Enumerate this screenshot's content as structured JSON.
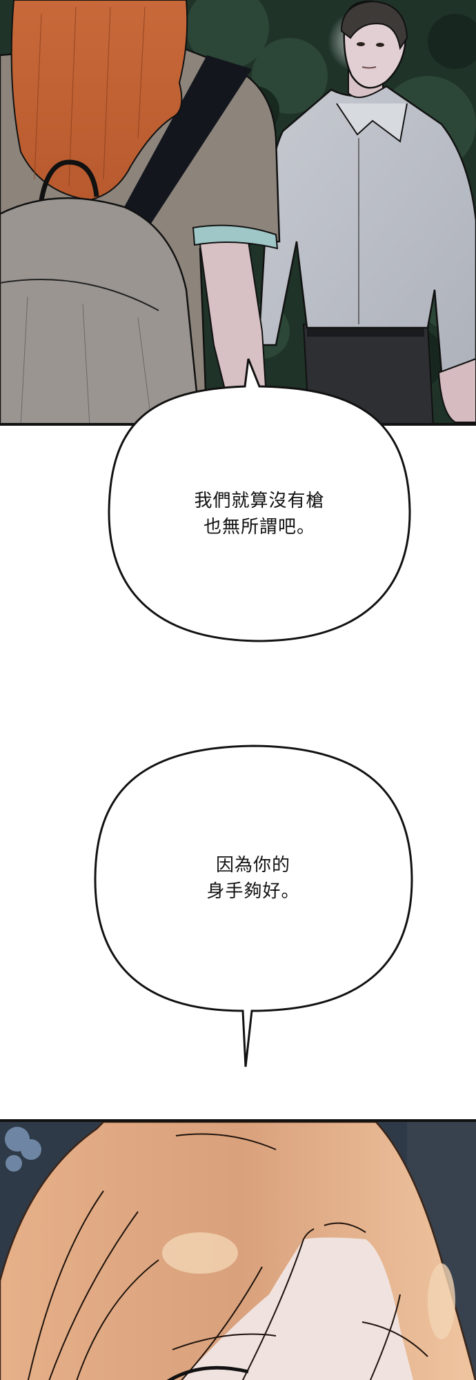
{
  "page": {
    "type": "webtoon-strip",
    "background": "#ffffff"
  },
  "panels": [
    {
      "id": "panel-1",
      "description": "Night forest scene: orange-haired girl with backpack seen from behind facing a dark-haired man in white shirt",
      "colors": {
        "forest": "#1f3328",
        "forest_light": "#2f4a3a",
        "girl_hair": "#c8693a",
        "girl_shirt": "#8d857c",
        "backpack": "#9a9591",
        "strap": "#14161e",
        "sleeve_trim": "#9fc7c8",
        "skin": "#d9c0c3",
        "man_shirt": "#c9ccd3",
        "man_pants": "#2d2f33",
        "man_hair": "#3e3a38"
      }
    },
    {
      "id": "panel-2",
      "description": "Close-up of a blonde character's forehead and bangs against a dark blue night sky",
      "colors": {
        "sky": "#2f3a48",
        "sky_light": "#7a94b4",
        "hair": "#e0aa84",
        "hair_highlight": "#f3d4b4",
        "skin": "#f0e2df"
      }
    }
  ],
  "speech_bubbles": [
    {
      "id": "bubble-1",
      "lines": [
        "我們就算沒有槍",
        "也無所謂吧。"
      ],
      "tail": "up-into-panel-1"
    },
    {
      "id": "bubble-2",
      "lines": [
        "因為你的",
        "身手夠好。"
      ],
      "tail": "down"
    }
  ]
}
